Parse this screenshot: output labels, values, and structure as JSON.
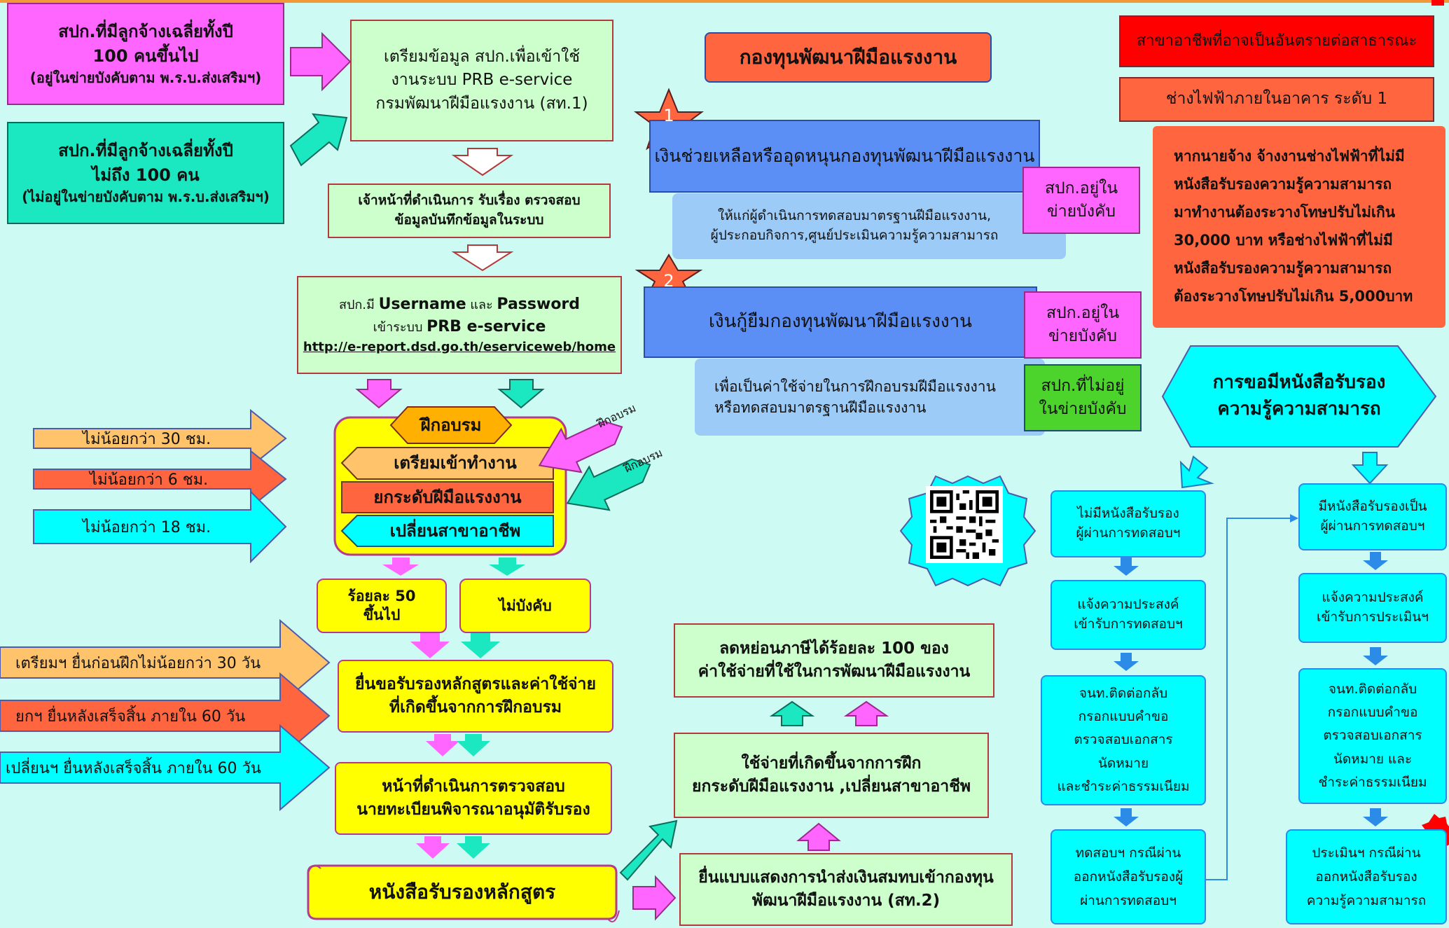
{
  "top_left": {
    "big": [
      "สปก.ที่มีลูกจ้างเฉลี่ยทั้งปี",
      "100 คนขึ้นไป",
      "(อยู่ในข่ายบังคับตาม พ.ร.บ.ส่งเสริมฯ)"
    ],
    "small": [
      "สปก.ที่มีลูกจ้างเฉลี่ยทั้งปี",
      "ไม่ถึง 100 คน",
      "(ไม่อยู่ในข่ายบังคับตาม พ.ร.บ.ส่งเสริมฯ)"
    ]
  },
  "flow": {
    "step1": [
      "เตรียมข้อมูล สปก.เพื่อเข้าใช้",
      "งานระบบ PRB e-service",
      "กรมพัฒนาฝีมือแรงงาน  (สท.1)"
    ],
    "step2": [
      "เจ้าหน้าที่ดำเนินการ รับเรื่อง ตรวจสอบ",
      "ข้อมูลบันทึกข้อมูลในระบบ"
    ],
    "step3": {
      "line1_a": "สปก.มี ",
      "line1_b": "Username",
      "line1_c": " และ ",
      "line1_d": "Password",
      "line2_a": "เข้าระบบ ",
      "line2_b": "PRB e-service",
      "url": "http://e-report.dsd.go.th/eserviceweb/home"
    },
    "training": {
      "title": "ฝึกอบรม",
      "items": [
        "เตรียมเข้าทำงาน",
        "ยกระดับฝีมือแรงงาน",
        "เปลี่ยนสาขาอาชีพ"
      ]
    },
    "hours": [
      "ไม่น้อยกว่า 30 ชม.",
      "ไม่น้อยกว่า 6 ชม.",
      "ไม่น้อยกว่า 18 ชม."
    ],
    "pct": [
      "ร้อยละ 50",
      "ขึ้นไป"
    ],
    "optional": "ไม่บังคับ",
    "deadlines": [
      "เตรียมฯ ยื่นก่อนฝึกไม่น้อยกว่า 30 วัน",
      "ยกฯ ยื่นหลังเสร็จสิ้น ภายใน 60 วัน",
      "เปลี่ยนฯ ยื่นหลังเสร็จสิ้น ภายใน 60 วัน"
    ],
    "submit": [
      "ยื่นขอรับรองหลักสูตรและค่าใช้จ่าย",
      "ที่เกิดขึ้นจากการฝึกอบรม"
    ],
    "review": [
      "หน้าที่ดำเนินการตรวจสอบ",
      "นายทะเบียนพิจารณาอนุมัติรับรอง"
    ],
    "certificate": "หนังสือรับรองหลักสูตร",
    "train_arrow_1": "ฝึกอบรม",
    "train_arrow_2": "ฝึกอบรม"
  },
  "fund": {
    "title": "กองทุนพัฒนาฝีมือแรงงาน",
    "star1": "1",
    "star2": "2",
    "grant_title": "เงินช่วยเหลือหรืออุดหนุนกองทุนพัฒนาฝีมือแรงงาน",
    "grant_desc": [
      "ให้แก่ผู้ดำเนินการทดสอบมาตรฐานฝีมือแรงงาน,",
      "ผู้ประกอบกิจการ,ศูนย์ประเมินความรู้ความสามารถ"
    ],
    "grant_tag": [
      "สปก.อยู่ใน",
      "ข่ายบังคับ"
    ],
    "loan_title": "เงินกู้ยืมกองทุนพัฒนาฝีมือแรงงาน",
    "loan_desc": [
      "เพื่อเป็นค่าใช้จ่ายในการฝึกอบรมฝีมือแรงงาน",
      "หรือทดสอบมาตรฐานฝีมือแรงงาน"
    ],
    "loan_tag": [
      "สปก.อยู่ใน",
      "ข่ายบังคับ"
    ],
    "loan_tag2": [
      "สปก.ที่ไม่อยู่",
      "ในข่ายบังคับ"
    ],
    "tax": [
      "ลดหย่อนภาษีได้ร้อยละ 100 ของ",
      "ค่าใช้จ่ายที่ใช้ในการพัฒนาฝีมือแรงงาน"
    ],
    "expense": [
      "ใช้จ่ายที่เกิดขึ้นจากการฝึก",
      "ยกระดับฝีมือแรงงาน ,เปลี่ยนสาขาอาชีพ"
    ],
    "contribution": [
      "ยื่นแบบแสดงการนำส่งเงินสมทบเข้ากองทุน",
      "พัฒนาฝีมือแรงงาน (สท.2)"
    ]
  },
  "right": {
    "hazard": "สาขาอาชีพที่อาจเป็นอันตรายต่อสาธารณะ",
    "electrician": "ช่างไฟฟ้าภายในอาคาร ระดับ 1",
    "penalty": [
      "หากนายจ้าง จ้างงานช่างไฟฟ้าที่ไม่มี",
      "หนังสือรับรองความรู้ความสามารถ",
      "มาทำงานต้องระวางโทษปรับไม่เกิน",
      "30,000 บาท หรือช่างไฟฟ้าที่ไม่มี",
      "หนังสือรับรองความรู้ความสามารถ",
      "ต้องระวางโทษปรับไม่เกิน 5,000บาท"
    ],
    "cert_request": [
      "การขอมีหนังสือรับรอง",
      "ความรู้ความสามารถ"
    ],
    "colA": [
      [
        "ไม่มีหนังสือรับรอง",
        "ผู้ผ่านการทดสอบฯ"
      ],
      [
        "แจ้งความประสงค์",
        "เข้ารับการทดสอบฯ"
      ],
      [
        "จนท.ติดต่อกลับ",
        "กรอกแบบคำขอ",
        "ตรวจสอบเอกสาร",
        "นัดหมาย",
        "และชำระค่าธรรมเนียม"
      ],
      [
        "ทดสอบฯ กรณีผ่าน",
        "ออกหนังสือรับรองผู้",
        "ผ่านการทดสอบฯ"
      ]
    ],
    "colB": [
      [
        "มีหนังสือรับรองเป็น",
        "ผู้ผ่านการทดสอบฯ"
      ],
      [
        "แจ้งความประสงค์",
        "เข้ารับการประเมินฯ"
      ],
      [
        "จนท.ติดต่อกลับ",
        "กรอกแบบคำขอ",
        "ตรวจสอบเอกสาร",
        "นัดหมาย และ",
        "ชำระค่าธรรมเนียม"
      ],
      [
        "ประเมินฯ กรณีผ่าน",
        "ออกหนังสือรับรอง",
        "ความรู้ความสามารถ"
      ]
    ]
  },
  "colors": {
    "background": "#cdfaf3",
    "magenta": "#ff66ff",
    "teal": "#1be8c0",
    "yellow": "#ffff00",
    "light_green": "#ccffcc",
    "blue": "#5b8ff5",
    "light_blue": "#9ccbf7",
    "cyan": "#00ffff",
    "red": "#ff0000",
    "orange_red": "#ff6640"
  }
}
